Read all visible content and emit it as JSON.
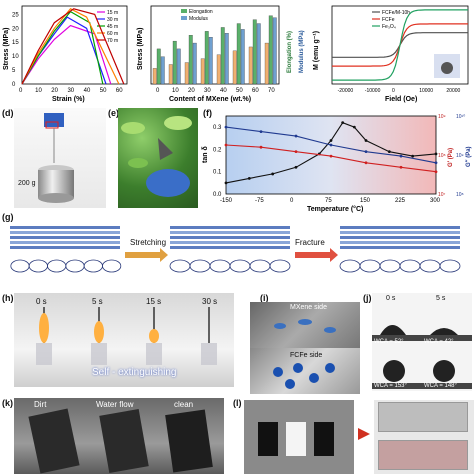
{
  "panels": {
    "a": {
      "ylabel": "Stress (MPa)",
      "xlabel": "Strain (%)",
      "legend": [
        "15 m",
        "30 m",
        "45 m",
        "60 m",
        "70 m"
      ],
      "xticks": [
        "0",
        "10",
        "20",
        "30",
        "40",
        "50",
        "60"
      ],
      "yticks": [
        "0",
        "5",
        "10",
        "15",
        "20",
        "25"
      ]
    },
    "b": {
      "ylabel": "Stress (MPa)",
      "ylabel_right1": "Elongation (%)",
      "ylabel_right2": "Modulus (MPa)",
      "xlabel": "Content of MXene (wt.%)",
      "legend": [
        "Elongation",
        "Modulus"
      ],
      "xticks": [
        "0",
        "10",
        "20",
        "30",
        "40",
        "50",
        "60",
        "70"
      ]
    },
    "c": {
      "ylabel": "M (emu g⁻¹)",
      "xlabel": "Field (Oe)",
      "legend": [
        "FCFe/M-10h",
        "FCFe",
        "Fe₃O₄"
      ],
      "xticks": [
        "-20000",
        "-10000",
        "0",
        "10000",
        "20000"
      ]
    },
    "d": {
      "label": "(d)",
      "weight": "200 g"
    },
    "e": {
      "label": "(e)"
    },
    "f": {
      "label": "(f)",
      "ylabel": "tan δ",
      "ylabel_right": "G′ (Pa)",
      "ylabel_right2": "G″ (Pa)",
      "xlabel": "Temperature (°C)",
      "xticks": [
        "-150",
        "-75",
        "0",
        "75",
        "150",
        "225",
        "300"
      ],
      "yticks": [
        "0.0",
        "0.1",
        "0.2",
        "0.3"
      ],
      "yticks_right": [
        "10⁷",
        "10⁸",
        "10⁹"
      ],
      "yticks_right2": [
        "10⁸",
        "10⁹",
        "10¹⁰"
      ]
    },
    "g": {
      "label": "(g)",
      "step1": "Stretching",
      "step2": "Fracture"
    },
    "h": {
      "label": "(h)",
      "times": [
        "0 s",
        "5 s",
        "15 s",
        "30 s"
      ],
      "caption": "Self - extinguishing"
    },
    "i": {
      "label": "(i)",
      "top": "MXene side",
      "bottom": "FCFe side"
    },
    "j": {
      "label": "(j)",
      "t0": "0 s",
      "t5": "5 s",
      "wca": [
        "WCA = 52°",
        "WCA = 42°",
        "WCA = 153°",
        "WCA = 148°"
      ]
    },
    "k": {
      "label": "(k)",
      "steps": [
        "Dirt",
        "Water flow",
        "clean"
      ]
    },
    "l": {
      "label": "(l)"
    }
  },
  "chart_data": [
    {
      "type": "line",
      "title": "",
      "xlabel": "Strain (%)",
      "ylabel": "Stress (MPa)",
      "xlim": [
        0,
        65
      ],
      "ylim": [
        0,
        28
      ],
      "series": [
        {
          "name": "15 m",
          "color": "#e000e0",
          "x": [
            0,
            10,
            20,
            30,
            45,
            55
          ],
          "y": [
            0,
            9,
            16,
            21,
            18,
            0
          ]
        },
        {
          "name": "30 m",
          "color": "#2020ff",
          "x": [
            0,
            10,
            20,
            28,
            40,
            52
          ],
          "y": [
            0,
            10,
            18,
            24,
            20,
            0
          ]
        },
        {
          "name": "45 m",
          "color": "#00a000",
          "x": [
            0,
            10,
            20,
            30,
            42,
            50
          ],
          "y": [
            0,
            10,
            19,
            26,
            22,
            0
          ]
        },
        {
          "name": "60 m",
          "color": "#ff8000",
          "x": [
            0,
            10,
            20,
            30,
            40,
            60
          ],
          "y": [
            0,
            11,
            20,
            27,
            24,
            0
          ]
        },
        {
          "name": "70 m",
          "color": "#c00000",
          "x": [
            0,
            10,
            20,
            32,
            45,
            63
          ],
          "y": [
            0,
            12,
            22,
            27,
            25,
            0
          ]
        }
      ]
    },
    {
      "type": "bar",
      "title": "",
      "xlabel": "Content of MXene (wt.%)",
      "ylabel": "Stress (MPa)",
      "categories": [
        "0",
        "10",
        "20",
        "30",
        "40",
        "50",
        "60",
        "70"
      ],
      "series": [
        {
          "name": "",
          "color": "#f0b070",
          "values": [
            8,
            10,
            11,
            13,
            15,
            17,
            19,
            21
          ]
        },
        {
          "name": "Elongation",
          "color": "#5ab06a",
          "values": [
            18,
            22,
            25,
            27,
            29,
            31,
            33,
            35
          ]
        },
        {
          "name": "Modulus",
          "color": "#6fa0d0",
          "values": [
            14,
            18,
            21,
            24,
            26,
            28,
            31,
            34
          ]
        }
      ]
    },
    {
      "type": "line",
      "title": "",
      "xlabel": "Field (Oe)",
      "ylabel": "M (emu g⁻¹)",
      "xlim": [
        -25000,
        25000
      ],
      "series": [
        {
          "name": "FCFe/M-10h",
          "color": "#505050",
          "scale": 0.35
        },
        {
          "name": "FCFe",
          "color": "#e03020",
          "scale": 0.6
        },
        {
          "name": "Fe₃O₄",
          "color": "#20a060",
          "scale": 1.0
        }
      ]
    },
    {
      "type": "line",
      "title": "",
      "xlabel": "Temperature (°C)",
      "ylabel": "tan δ",
      "xlim": [
        -150,
        300
      ],
      "ylim": [
        0,
        0.35
      ],
      "series": [
        {
          "name": "",
          "color": "#111111",
          "x": [
            -150,
            -100,
            -50,
            0,
            50,
            75,
            100,
            125,
            150,
            200,
            250,
            300
          ],
          "y": [
            0.05,
            0.07,
            0.09,
            0.12,
            0.18,
            0.24,
            0.32,
            0.3,
            0.24,
            0.19,
            0.17,
            0.18
          ]
        },
        {
          "name": "",
          "color": "#d02020",
          "x": [
            -150,
            -75,
            0,
            75,
            150,
            225,
            300
          ],
          "y": [
            0.22,
            0.21,
            0.19,
            0.17,
            0.14,
            0.12,
            0.1
          ]
        },
        {
          "name": "",
          "color": "#203a90",
          "x": [
            -150,
            -75,
            0,
            75,
            150,
            225,
            300
          ],
          "y": [
            0.3,
            0.28,
            0.26,
            0.22,
            0.19,
            0.17,
            0.14
          ]
        }
      ]
    }
  ]
}
